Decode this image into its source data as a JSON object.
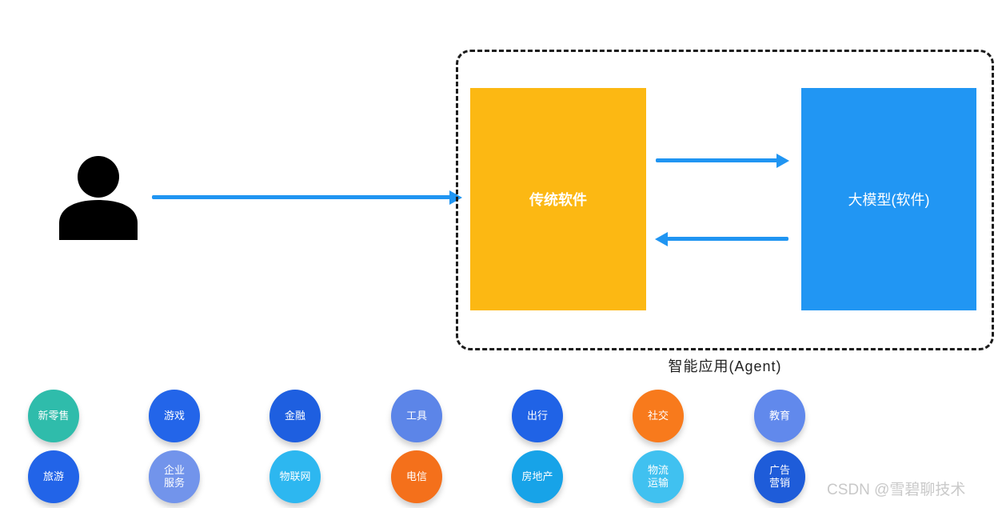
{
  "diagram": {
    "agent_container_label": "智能应用(Agent)",
    "traditional_software_box": {
      "label": "传统软件",
      "color": "#FCB813"
    },
    "llm_box": {
      "label": "大模型(软件)",
      "color": "#2196F3"
    },
    "arrow_color": "#2095F2",
    "person_icon_color": "#000000"
  },
  "industries": {
    "row1": [
      {
        "label": "新零售",
        "color": "#2FBCAB"
      },
      {
        "label": "游戏",
        "color": "#2365E9"
      },
      {
        "label": "金融",
        "color": "#1E5FE0"
      },
      {
        "label": "工具",
        "color": "#5C85E8"
      },
      {
        "label": "出行",
        "color": "#2063E6"
      },
      {
        "label": "社交",
        "color": "#F87A1C"
      },
      {
        "label": "教育",
        "color": "#6189EC"
      }
    ],
    "row2": [
      {
        "label": "旅游",
        "color": "#2264E8"
      },
      {
        "label": "企业\n服务",
        "color": "#7294EB"
      },
      {
        "label": "物联网",
        "color": "#2DB7F0"
      },
      {
        "label": "电信",
        "color": "#F4701B"
      },
      {
        "label": "房地产",
        "color": "#17A3E8"
      },
      {
        "label": "物流\n运输",
        "color": "#40C1F0"
      },
      {
        "label": "广告\n营销",
        "color": "#1E5CD9"
      }
    ]
  },
  "watermark": "CSDN @雪碧聊技术"
}
